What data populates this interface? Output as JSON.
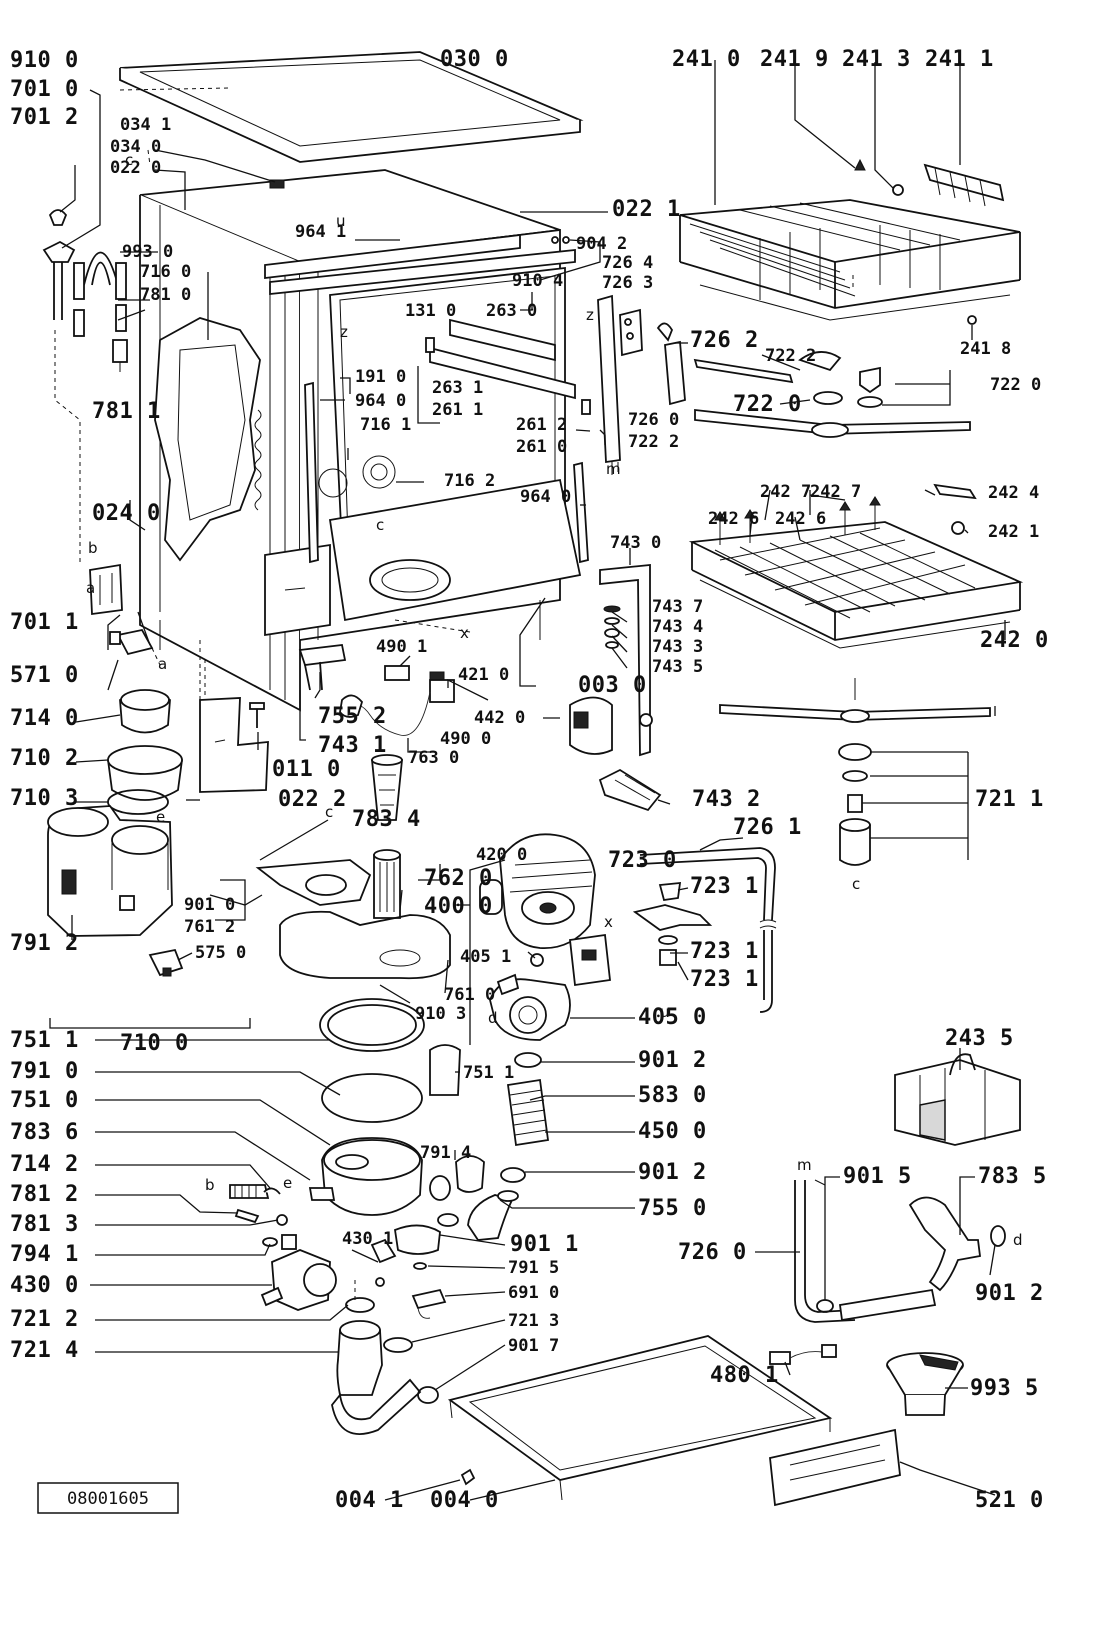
{
  "reference_code": "08001605",
  "callouts": [
    {
      "text": "910 0"
    },
    {
      "text": "701 0"
    },
    {
      "text": "701 2"
    },
    {
      "text": "030 0"
    },
    {
      "text": "034 1"
    },
    {
      "text": "034 0"
    },
    {
      "text": "022 0"
    },
    {
      "text": "022 1"
    },
    {
      "text": "964 1"
    },
    {
      "text": "904 2"
    },
    {
      "text": "993 0"
    },
    {
      "text": "716 0"
    },
    {
      "text": "781 0"
    },
    {
      "text": "910 4"
    },
    {
      "text": "726 4"
    },
    {
      "text": "726 3"
    },
    {
      "text": "131 0"
    },
    {
      "text": "263 0"
    },
    {
      "text": "726 2"
    },
    {
      "text": "191 0"
    },
    {
      "text": "964 0"
    },
    {
      "text": "263 1"
    },
    {
      "text": "261 1"
    },
    {
      "text": "716 1"
    },
    {
      "text": "261 2"
    },
    {
      "text": "261 0"
    },
    {
      "text": "726 0"
    },
    {
      "text": "722 2"
    },
    {
      "text": "716 2"
    },
    {
      "text": "781 1"
    },
    {
      "text": "964 0"
    },
    {
      "text": "024 0"
    },
    {
      "text": "701 1"
    },
    {
      "text": "571 0"
    },
    {
      "text": "743 0"
    },
    {
      "text": "743 7"
    },
    {
      "text": "743 4"
    },
    {
      "text": "743 3"
    },
    {
      "text": "743 5"
    },
    {
      "text": "490 1"
    },
    {
      "text": "421 0"
    },
    {
      "text": "003 0"
    },
    {
      "text": "714 0"
    },
    {
      "text": "755 2"
    },
    {
      "text": "743 1"
    },
    {
      "text": "442 0"
    },
    {
      "text": "710 2"
    },
    {
      "text": "011 0"
    },
    {
      "text": "490 0"
    },
    {
      "text": "763 0"
    },
    {
      "text": "743 2"
    },
    {
      "text": "710 3"
    },
    {
      "text": "022 2"
    },
    {
      "text": "783 4"
    },
    {
      "text": "726 1"
    },
    {
      "text": "420 0"
    },
    {
      "text": "723 0"
    },
    {
      "text": "723 1"
    },
    {
      "text": "901 0"
    },
    {
      "text": "762 0"
    },
    {
      "text": "791 2"
    },
    {
      "text": "761 2"
    },
    {
      "text": "400 0"
    },
    {
      "text": "723 1"
    },
    {
      "text": "405 1"
    },
    {
      "text": "723 1"
    },
    {
      "text": "575 0"
    },
    {
      "text": "761 0"
    },
    {
      "text": "910 3"
    },
    {
      "text": "710 0"
    },
    {
      "text": "405 0"
    },
    {
      "text": "751 1"
    },
    {
      "text": "901 2"
    },
    {
      "text": "791 0"
    },
    {
      "text": "751 1"
    },
    {
      "text": "583 0"
    },
    {
      "text": "751 0"
    },
    {
      "text": "450 0"
    },
    {
      "text": "783 6"
    },
    {
      "text": "791 4"
    },
    {
      "text": "714 2"
    },
    {
      "text": "901 2"
    },
    {
      "text": "781 2"
    },
    {
      "text": "755 0"
    },
    {
      "text": "781 3"
    },
    {
      "text": "430 1"
    },
    {
      "text": "901 1"
    },
    {
      "text": "794 1"
    },
    {
      "text": "791 5"
    },
    {
      "text": "430 0"
    },
    {
      "text": "691 0"
    },
    {
      "text": "721 2"
    },
    {
      "text": "721 3"
    },
    {
      "text": "721 4"
    },
    {
      "text": "901 7"
    },
    {
      "text": "004 1"
    },
    {
      "text": "004 0"
    },
    {
      "text": "241 0"
    },
    {
      "text": "241 9"
    },
    {
      "text": "241 3"
    },
    {
      "text": "241 1"
    },
    {
      "text": "241 8"
    },
    {
      "text": "722 2"
    },
    {
      "text": "722 0"
    },
    {
      "text": "722 0"
    },
    {
      "text": "242 7"
    },
    {
      "text": "242 4"
    },
    {
      "text": "242 6"
    },
    {
      "text": "242 7"
    },
    {
      "text": "242 6"
    },
    {
      "text": "242 1"
    },
    {
      "text": "242 0"
    },
    {
      "text": "721 1"
    },
    {
      "text": "243 5"
    },
    {
      "text": "901 5"
    },
    {
      "text": "783 5"
    },
    {
      "text": "726 0"
    },
    {
      "text": "901 2"
    },
    {
      "text": "480 1"
    },
    {
      "text": "993 5"
    },
    {
      "text": "521 0"
    }
  ],
  "letters": [
    "u",
    "z",
    "z",
    "m",
    "c",
    "x",
    "b",
    "a",
    "a",
    "e",
    "c",
    "c",
    "x",
    "d",
    "u",
    "b",
    "e",
    "m",
    "d",
    "c"
  ]
}
